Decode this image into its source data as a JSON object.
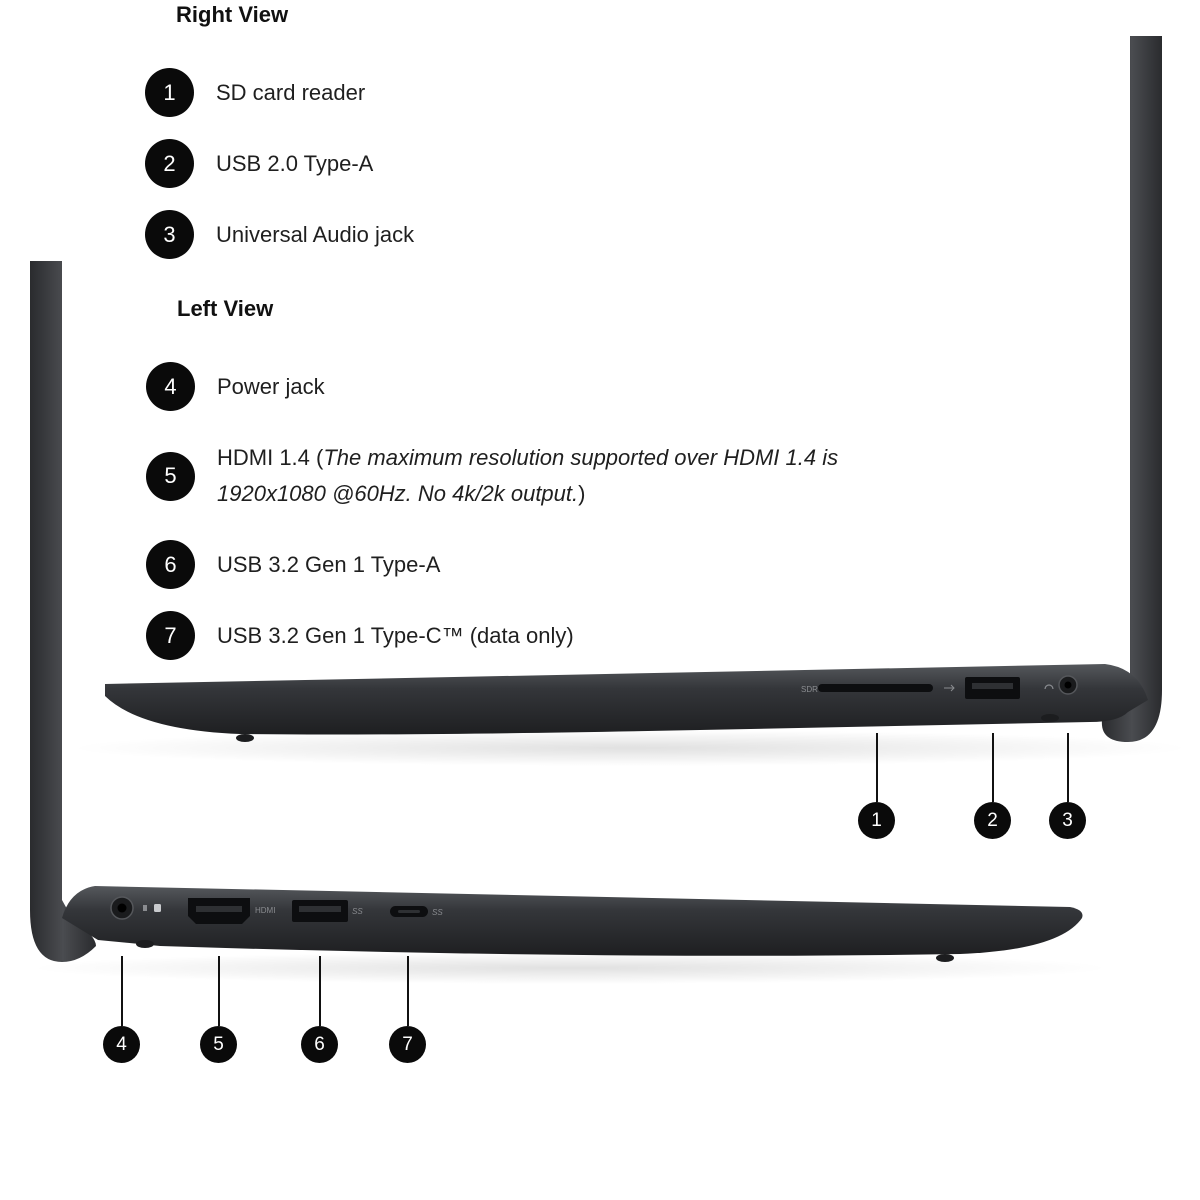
{
  "right_view": {
    "title": "Right View",
    "items": [
      {
        "number": "1",
        "label": "SD card reader"
      },
      {
        "number": "2",
        "label": "USB 2.0 Type-A"
      },
      {
        "number": "3",
        "label": "Universal Audio jack"
      }
    ]
  },
  "left_view": {
    "title": "Left View",
    "items": [
      {
        "number": "4",
        "label": "Power jack"
      },
      {
        "number": "5",
        "label": "HDMI 1.4 (",
        "note": "The maximum resolution supported over HDMI 1.4 is 1920x1080 @60Hz. No 4k/2k output.",
        "suffix": ")"
      },
      {
        "number": "6",
        "label": "USB 3.2 Gen 1 Type-A"
      },
      {
        "number": "7",
        "label": "USB 3.2 Gen 1 Type-C™ (data only)"
      }
    ]
  },
  "port_markings": {
    "sd": "SDR",
    "hdmi": "HDMI",
    "ss_a": "SS",
    "ss_c": "SS"
  },
  "colors": {
    "chassis": "#2f3032",
    "chassis_edge": "#4a4c50",
    "badge": "#0a0a0a",
    "port": "#111214"
  }
}
